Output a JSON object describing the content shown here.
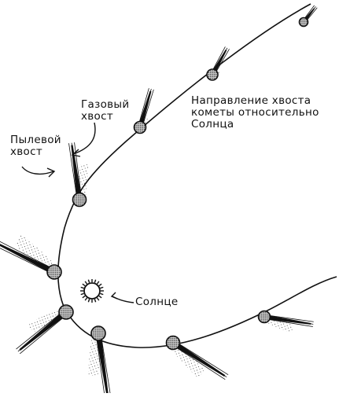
{
  "labels": {
    "gas_tail": [
      "Газовый",
      "хвост"
    ],
    "dust_tail": [
      "Пылевой",
      "хвост"
    ],
    "tail_direction": [
      "Направление хвоста",
      "кометы относительно",
      "Солнца"
    ],
    "sun": "Солнце"
  },
  "colors": {
    "ink": "#111111",
    "nucleus_fill": "#6a6a6a",
    "background": "#ffffff"
  }
}
